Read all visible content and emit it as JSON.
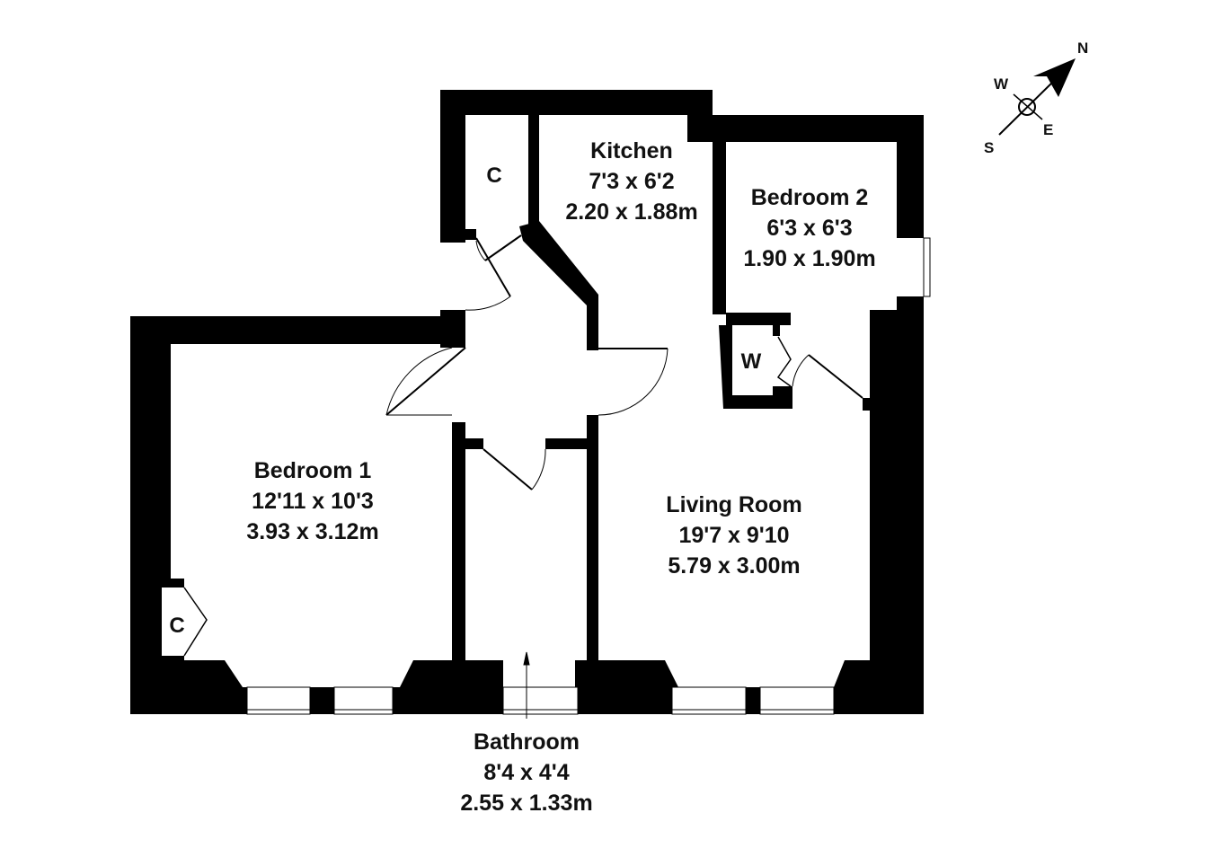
{
  "rooms": [
    {
      "name": "Kitchen",
      "imperial": "7'3 x 6'2",
      "metric": "2.20 x 1.88m"
    },
    {
      "name": "Bedroom 2",
      "imperial": "6'3 x 6'3",
      "metric": "1.90 x 1.90m"
    },
    {
      "name": "Bedroom 1",
      "imperial": "12'11 x 10'3",
      "metric": "3.93 x 3.12m"
    },
    {
      "name": "Living Room",
      "imperial": "19'7 x 9'10",
      "metric": "5.79 x 3.00m"
    },
    {
      "name": "Bathroom",
      "imperial": "8'4 x 4'4",
      "metric": "2.55 x 1.33m"
    }
  ],
  "cupboards": {
    "kitchen_cupboard": "C",
    "bedroom1_cupboard": "C",
    "wardrobe": "W"
  },
  "compass": {
    "n": "N",
    "s": "S",
    "e": "E",
    "w": "W"
  },
  "colors": {
    "wall": "#000000",
    "background": "#ffffff"
  }
}
